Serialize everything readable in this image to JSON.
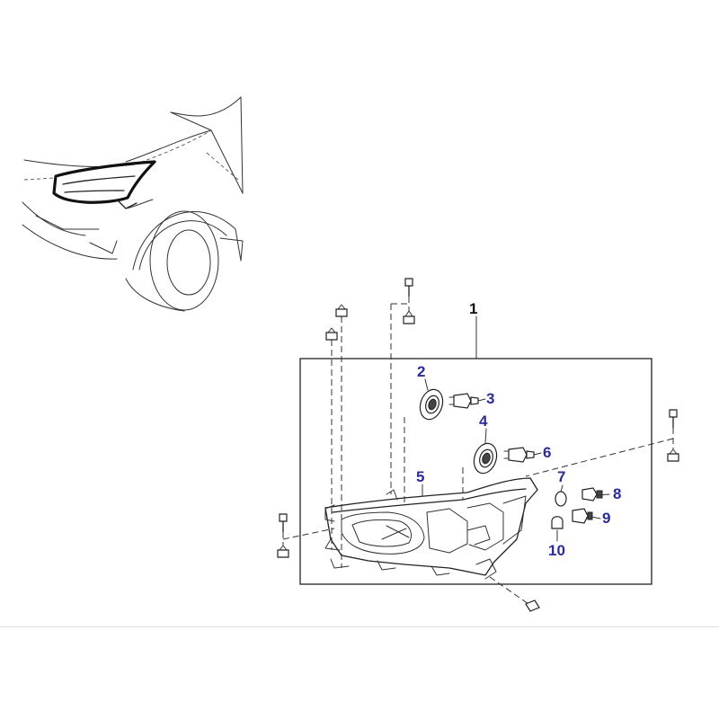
{
  "diagram": {
    "label_color": "#2b2b9a",
    "callouts": [
      {
        "id": "1",
        "part": "headlamp-assembly"
      },
      {
        "id": "2",
        "part": "seal-ring-upper"
      },
      {
        "id": "3",
        "part": "bulb-upper"
      },
      {
        "id": "4",
        "part": "seal-ring-lower"
      },
      {
        "id": "5",
        "part": "lamp-housing"
      },
      {
        "id": "6",
        "part": "bulb-lower"
      },
      {
        "id": "7",
        "part": "small-bulb"
      },
      {
        "id": "8",
        "part": "socket-side"
      },
      {
        "id": "9",
        "part": "socket"
      },
      {
        "id": "10",
        "part": "wedge-bulb"
      }
    ]
  }
}
